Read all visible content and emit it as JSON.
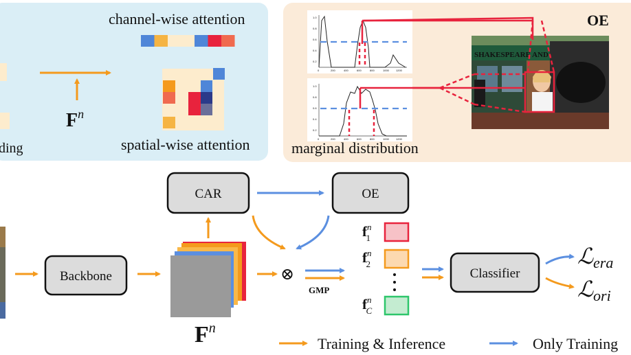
{
  "top_left_panel": {
    "channel_label": "channel-wise attention",
    "spatial_label": "spatial-wise attention",
    "cut_label": "ding",
    "feature_symbol": "F",
    "feature_superscript": "n",
    "channel_colors": [
      "#4f86d8",
      "#f5b443",
      "#fdeccd",
      "#fdeccd",
      "#4f86d8",
      "#e8233d",
      "#f06a4f"
    ],
    "bg_color": "#daeef6"
  },
  "top_right_panel": {
    "title": "OE",
    "caption": "marginal distribution",
    "plot1": {
      "ticks_x": [
        "0",
        "200",
        "400",
        "600",
        "800",
        "1000",
        "1200"
      ],
      "ticks_y": [
        "0.0",
        "0.2",
        "0.4",
        "0.6",
        "0.8",
        "1.0"
      ]
    },
    "plot2": {
      "ticks_x": [
        "0",
        "200",
        "400",
        "600",
        "800",
        "1000",
        "1200"
      ],
      "ticks_y": [
        "0.0",
        "0.2",
        "0.4",
        "0.6",
        "0.8",
        "1.0"
      ]
    },
    "shop_sign": "SHAKESPEARE AND COMPANY",
    "bg_color": "#fbebd9"
  },
  "pipeline": {
    "backbone": "Backbone",
    "car": "CAR",
    "oe": "OE",
    "classifier": "Classifier",
    "gmp": "GMP",
    "feature_symbol": "F",
    "feature_superscript": "n",
    "operator": "⊗",
    "features": [
      {
        "base": "f",
        "sup": "n",
        "sub": "1",
        "color": "#e8233d",
        "fill": "#f7c2c7"
      },
      {
        "base": "f",
        "sup": "n",
        "sub": "2",
        "color": "#f49a1d",
        "fill": "#fcd9b0"
      },
      {
        "base": "f",
        "sup": "n",
        "sub": "C",
        "color": "#2ec66b",
        "fill": "#c4ecd1"
      }
    ],
    "loss_era": {
      "symbol": "ℒ",
      "sub": "era"
    },
    "loss_ori": {
      "symbol": "ℒ",
      "sub": "ori"
    }
  },
  "legend": {
    "training_inference": "Training & Inference",
    "only_training": "Only Training",
    "orange": "#f49a1d",
    "blue": "#5b8fe0"
  }
}
